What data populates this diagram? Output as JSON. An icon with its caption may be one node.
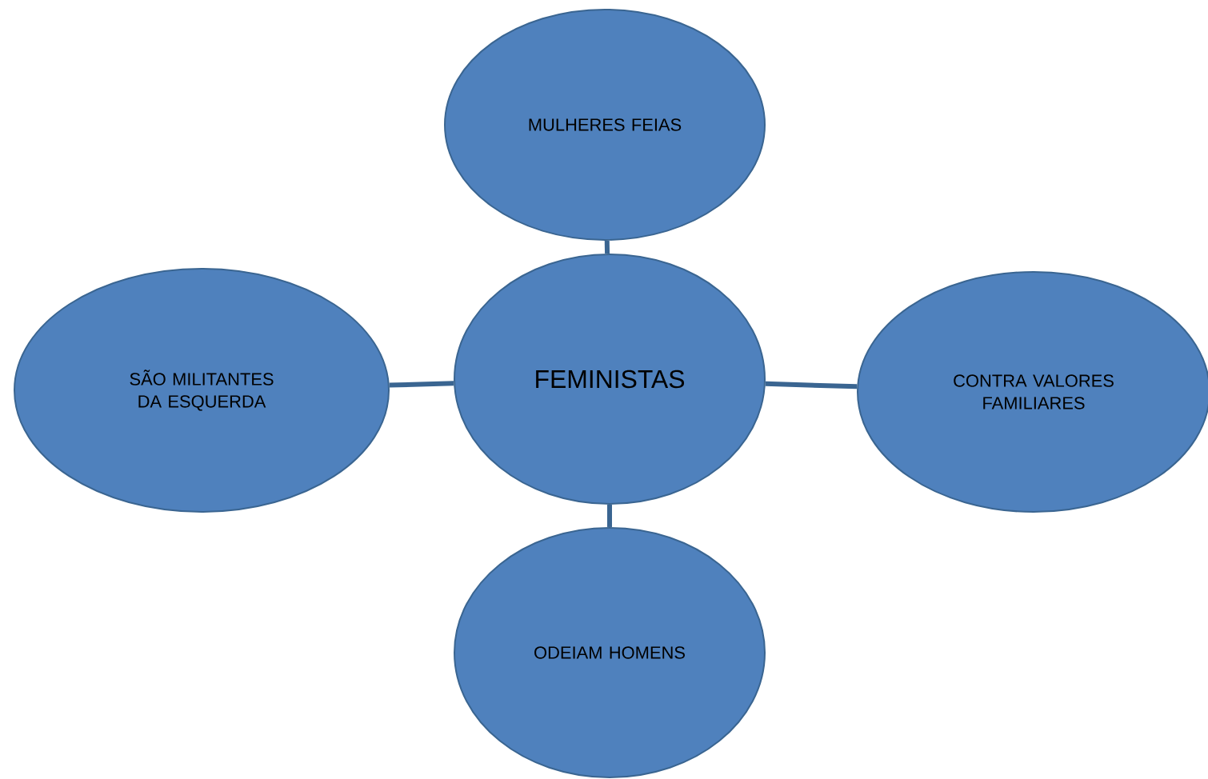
{
  "diagram": {
    "nodes": [
      {
        "text": [
          "MULHERES FEIAS"
        ]
      },
      {
        "text": [
          "SÃO MILITANTES DA ESQUERDA"
        ]
      },
      {
        "text": [
          "FEMINISTAS"
        ]
      },
      {
        "text": [
          "CONTRA VALORES FAMILIARES"
        ]
      },
      {
        "text": [
          "ODEIAM HOMENS"
        ]
      }
    ],
    "edges": [
      {
        "from": 2,
        "to": 0,
        "arrow": "none"
      },
      {
        "from": 2,
        "to": 1,
        "arrow": "none"
      },
      {
        "from": 2,
        "to": 3,
        "arrow": "none"
      },
      {
        "from": 2,
        "to": 4,
        "arrow": "none"
      }
    ]
  }
}
